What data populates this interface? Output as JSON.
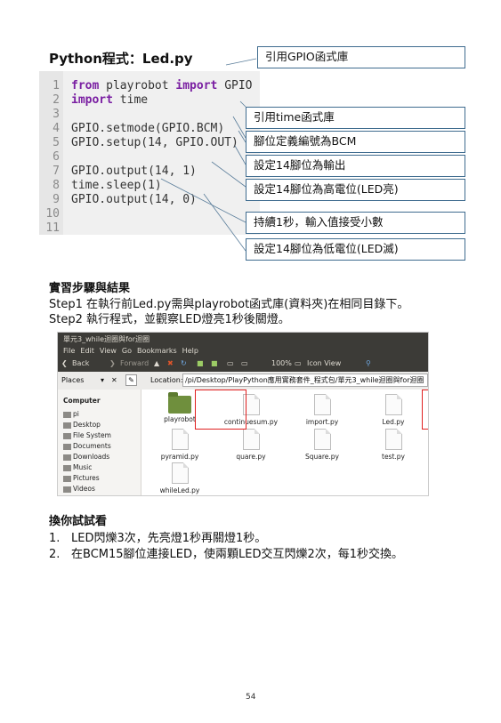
{
  "title": "Python程式：Led.py",
  "code_lines": [
    {
      "n": "1",
      "tokens": [
        {
          "t": "from",
          "k": true
        },
        {
          "t": " playrobot ",
          "k": false
        },
        {
          "t": "import",
          "k": true
        },
        {
          "t": " GPIO",
          "k": false
        }
      ]
    },
    {
      "n": "2",
      "tokens": [
        {
          "t": "import",
          "k": true
        },
        {
          "t": " time",
          "k": false
        }
      ]
    },
    {
      "n": "3",
      "tokens": []
    },
    {
      "n": "4",
      "tokens": [
        {
          "t": "GPIO.setmode(GPIO.BCM)",
          "k": false
        }
      ]
    },
    {
      "n": "5",
      "tokens": [
        {
          "t": "GPIO.setup(14, GPIO.OUT)",
          "k": false
        }
      ]
    },
    {
      "n": "6",
      "tokens": []
    },
    {
      "n": "7",
      "tokens": [
        {
          "t": "GPIO.output(14, 1)",
          "k": false
        }
      ]
    },
    {
      "n": "8",
      "tokens": [
        {
          "t": "time.sleep(1)",
          "k": false
        }
      ]
    },
    {
      "n": "9",
      "tokens": [
        {
          "t": "GPIO.output(14, 0)",
          "k": false
        }
      ]
    },
    {
      "n": "10",
      "tokens": []
    },
    {
      "n": "11",
      "tokens": []
    }
  ],
  "notes": [
    "引用GPIO函式庫",
    "引用time函式庫",
    "腳位定義編號為BCM",
    "設定14腳位為輸出",
    "設定14腳位為高電位(LED亮)",
    "持續1秒，輸入值接受小數",
    "設定14腳位為低電位(LED滅)"
  ],
  "steps": {
    "heading": "實習步驟與結果",
    "step1": "Step1  在執行前Led.py需與playrobot函式庫(資料夾)在相同目錄下。",
    "step2": "Step2  執行程式，並觀察LED燈亮1秒後關燈。"
  },
  "file_manager": {
    "window_title": "單元3_while迴圈與for迴圈",
    "menu": [
      "File",
      "Edit",
      "View",
      "Go",
      "Bookmarks",
      "Help"
    ],
    "back_label": "Back",
    "forward_label": "Forward",
    "zoom": "100%",
    "view_mode": "Icon View",
    "places_label": "Places",
    "location_label": "Location:",
    "location_path": "/pi/Desktop/PlayPython應用實務套件_程式包/單元3_while迴圈與for迴圈",
    "sidebar_heading": "Computer",
    "sidebar_items": [
      "pi",
      "Desktop",
      "File System",
      "Documents",
      "Downloads",
      "Music",
      "Pictures",
      "Videos"
    ],
    "files": [
      "playrobot",
      "continuesum.py",
      "import.py",
      "Led.py",
      "pyramid.py",
      "quare.py",
      "Square.py",
      "test.py",
      "whileLed.py"
    ]
  },
  "try": {
    "heading": "換你試試看",
    "items": [
      {
        "num": "1.",
        "text": "LED閃爍3次，先亮燈1秒再關燈1秒。"
      },
      {
        "num": "2.",
        "text": "在BCM15腳位連接LED，使兩顆LED交互閃爍2次，每1秒交換。"
      }
    ]
  },
  "page_number": "54",
  "colors": {
    "note_border": "#3f6c8f",
    "highlight": "#e02020",
    "keyword": "#7a1fa2",
    "folder": "#6f8f3d"
  }
}
